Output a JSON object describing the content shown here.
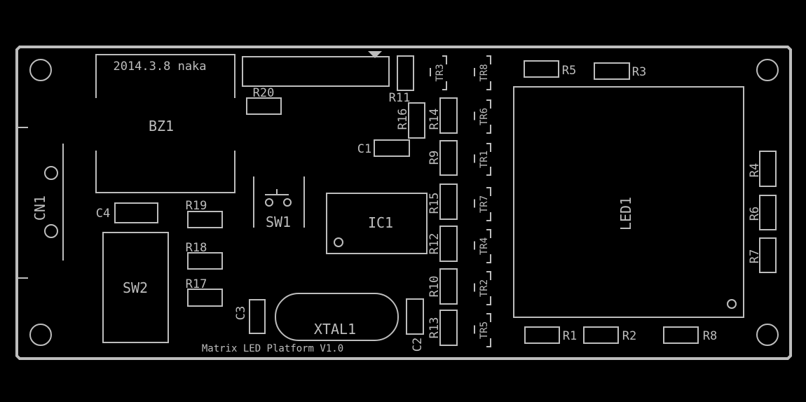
{
  "board": {
    "date_note": "2014.3.8 naka",
    "title": "Matrix LED Platform V1.0",
    "silkscreen_color": "#bdbdbd",
    "background_color": "#000000"
  },
  "components": {
    "CN1": "CN1",
    "BZ1": "BZ1",
    "R20": "R20",
    "R11": "R11",
    "R16": "R16",
    "R14": "R14",
    "C1": "C1",
    "R9": "R9",
    "R15": "R15",
    "R12": "R12",
    "R10": "R10",
    "R13": "R13",
    "C2": "C2",
    "C3": "C3",
    "C4": "C4",
    "R19": "R19",
    "R18": "R18",
    "R17": "R17",
    "SW1": "SW1",
    "SW2": "SW2",
    "IC1": "IC1",
    "XTAL1": "XTAL1",
    "LED1": "LED1",
    "R5": "R5",
    "R3": "R3",
    "R4": "R4",
    "R6": "R6",
    "R7": "R7",
    "R1": "R1",
    "R2": "R2",
    "R8": "R8",
    "TR1": "TR1",
    "TR2": "TR2",
    "TR3": "TR3",
    "TR4": "TR4",
    "TR5": "TR5",
    "TR6": "TR6",
    "TR7": "TR7",
    "TR8": "TR8"
  }
}
